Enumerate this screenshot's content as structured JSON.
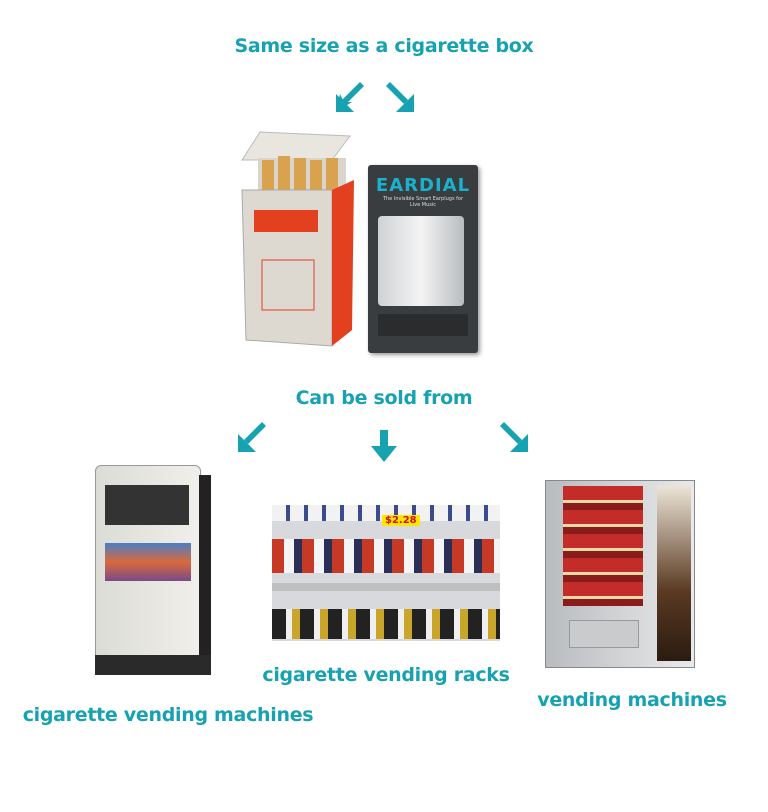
{
  "accent_color": "#17a2b2",
  "title": "Same size as a cigarette box",
  "product": {
    "brand": "EARDIAL",
    "tagline": "The Invisible Smart Earplugs for Live Music"
  },
  "subtitle": "Can be sold from",
  "outlets": [
    {
      "label": "cigarette vending machines"
    },
    {
      "label": "cigarette vending racks",
      "price_tag": "$2.28"
    },
    {
      "label": "vending machines"
    }
  ]
}
